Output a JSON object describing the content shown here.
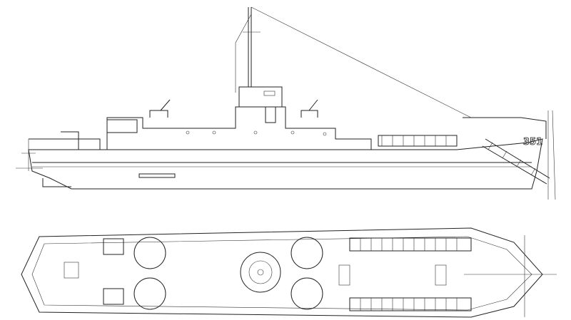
{
  "drawing": {
    "hull_number": "351",
    "views": [
      "side-elevation",
      "deck-plan"
    ]
  }
}
